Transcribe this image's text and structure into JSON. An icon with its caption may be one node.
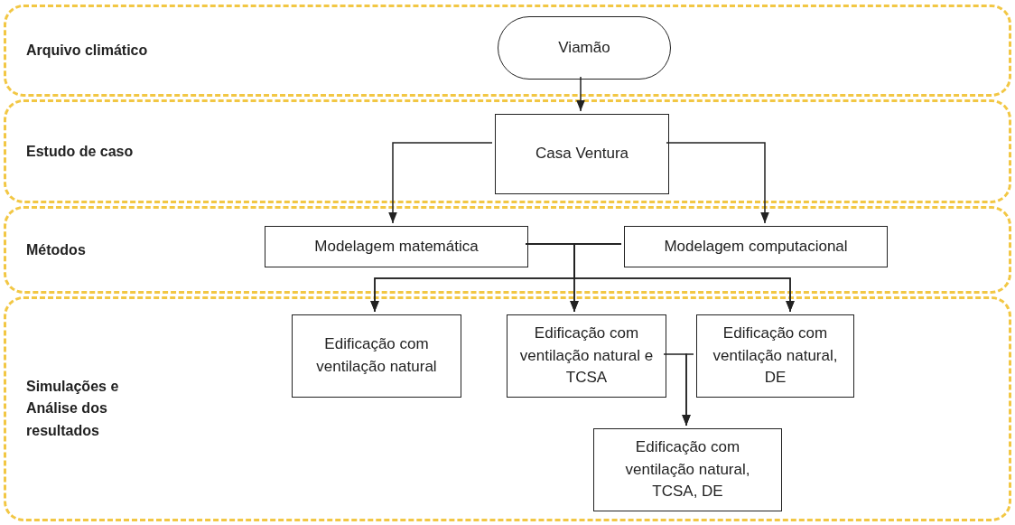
{
  "diagram": {
    "nodes": [
      {
        "text": [
          "Arquivo climático"
        ]
      },
      {
        "text": [
          "Viamão"
        ],
        "in": 0
      },
      {
        "text": [
          "Estudo de caso"
        ]
      },
      {
        "text": [
          "Casa Ventura"
        ],
        "in": 2
      },
      {
        "text": [
          "Métodos"
        ]
      },
      {
        "text": [
          "Modelagem matemática"
        ],
        "in": 4
      },
      {
        "text": [
          "Modelagem computacional"
        ],
        "in": 4
      },
      {
        "text": [
          "Simulações e Análise dos resultados"
        ]
      },
      {
        "text": [
          "Edificação com ventilação natural"
        ],
        "in": 7
      },
      {
        "text": [
          "Edificação com ventilação natural e TCSA"
        ],
        "in": 7
      },
      {
        "text": [
          "Edificação com ventilação natural, DE"
        ],
        "in": 7
      },
      {
        "text": [
          "Edificação com ventilação natural, TCSA, DE"
        ],
        "in": 7
      }
    ],
    "edges": [
      {
        "from": 1,
        "to": 3,
        "arrow": "to"
      },
      {
        "from": 3,
        "to": 5,
        "arrow": "to"
      },
      {
        "from": 3,
        "to": 6,
        "arrow": "to"
      },
      {
        "from": 5,
        "to": 8,
        "arrow": "to"
      },
      {
        "from": 5,
        "to": 9,
        "arrow": "to"
      },
      {
        "from": 5,
        "to": 10,
        "arrow": "to"
      },
      {
        "from": 6,
        "to": 8,
        "arrow": "to"
      },
      {
        "from": 6,
        "to": 9,
        "arrow": "to"
      },
      {
        "from": 6,
        "to": 10,
        "arrow": "to"
      },
      {
        "from": 9,
        "to": 11,
        "arrow": "to"
      },
      {
        "from": 10,
        "to": 11,
        "arrow": "to"
      }
    ]
  }
}
